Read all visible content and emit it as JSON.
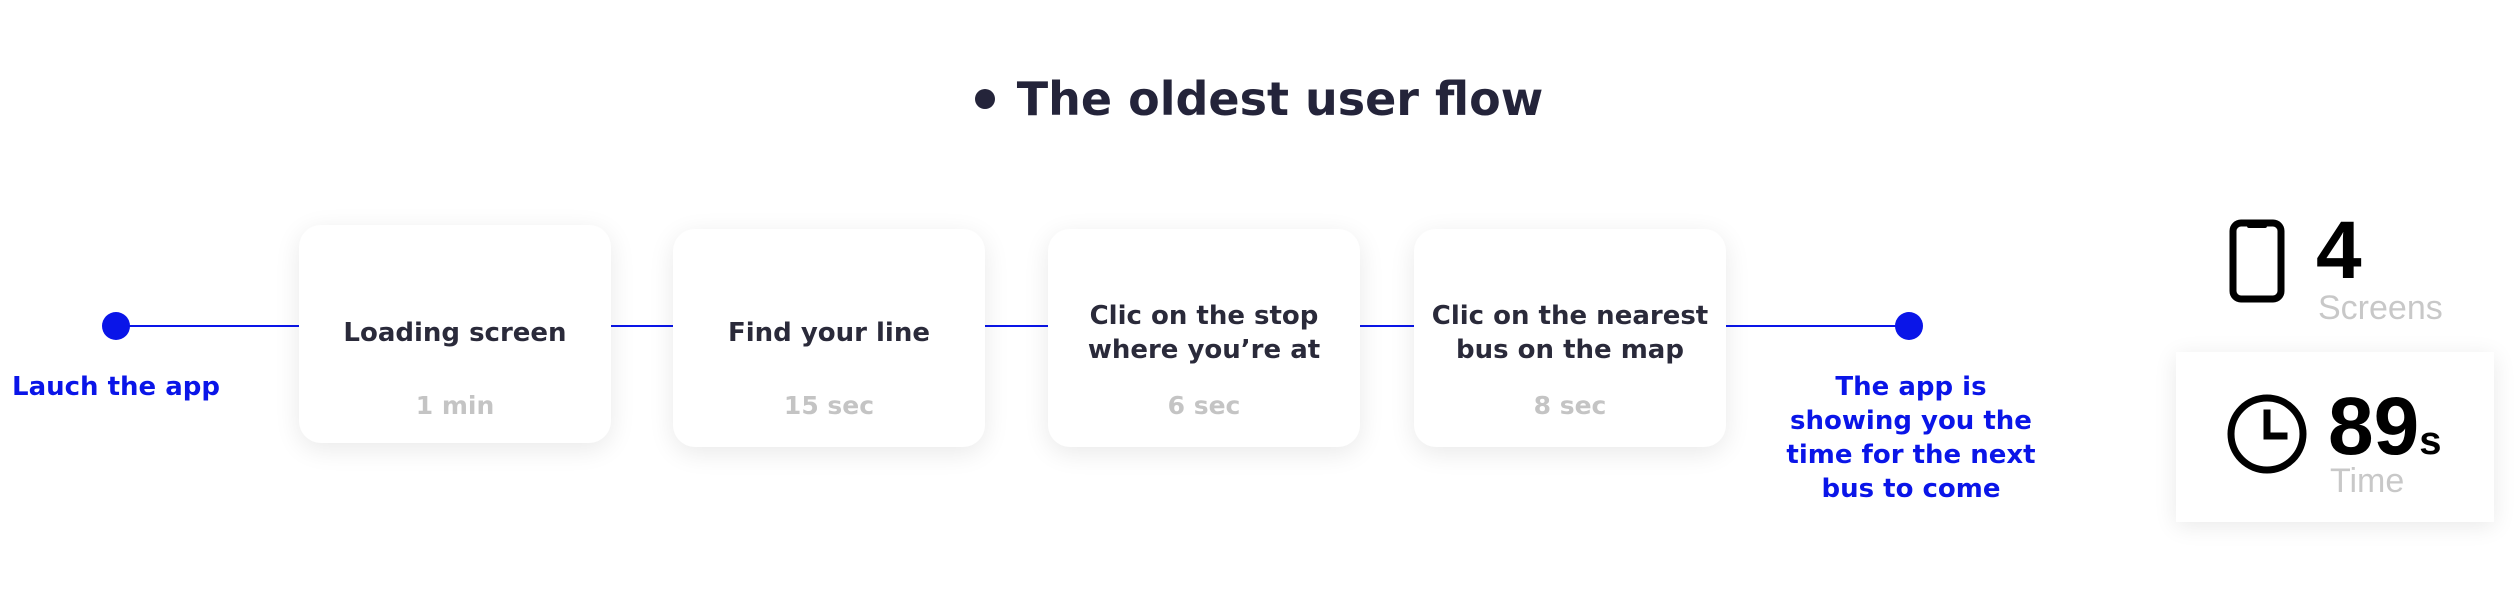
{
  "title": "The oldest user flow",
  "start": {
    "label": "Lauch the app"
  },
  "end": {
    "label": "The app is showing you the time for the next bus to come"
  },
  "steps": [
    {
      "title": "Loading screen",
      "time": "1 min"
    },
    {
      "title": "Find your line",
      "time": "15 sec"
    },
    {
      "title": "Clic on the stop where you’re at",
      "time": "6 sec"
    },
    {
      "title": "Clic on the nearest bus on the map",
      "time": "8 sec"
    }
  ],
  "stats": {
    "screens": {
      "value": "4",
      "label": "Screens",
      "icon": "smartphone-icon"
    },
    "time": {
      "value": "89",
      "unit": "s",
      "label": "Time",
      "icon": "clock-icon"
    }
  },
  "colors": {
    "accent": "#0a15e8",
    "text_dark": "#24243a",
    "text_muted": "#c4c4c4"
  }
}
